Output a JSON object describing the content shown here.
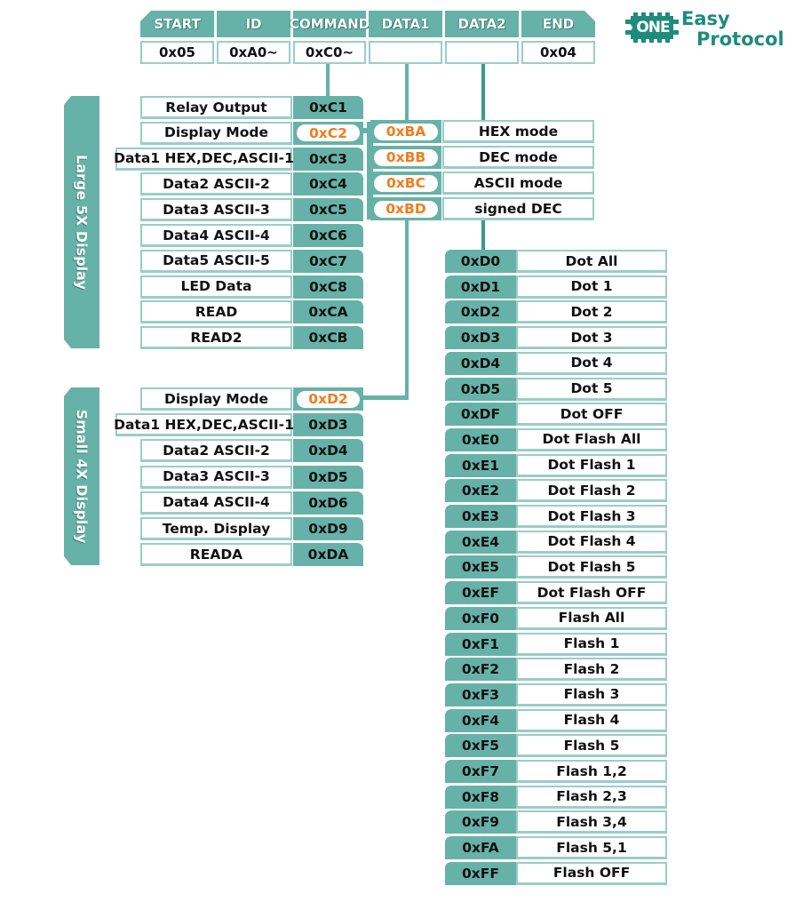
{
  "title": "Easy Protocol",
  "logo": {
    "badge": "ONE",
    "line1": "Easy",
    "line2": "Protocol"
  },
  "colors": {
    "teal": "#67b2a8",
    "highlight_orange": "#f07d1c",
    "border": "#9bcdc6",
    "logo_green": "#1e8c7c"
  },
  "frame": {
    "headers": [
      "START",
      "ID",
      "COMMAND",
      "DATA1",
      "DATA2",
      "END"
    ],
    "values": [
      "0x05",
      "0xA0~",
      "0xC0~",
      "",
      "",
      "0x04"
    ]
  },
  "large_display": {
    "side_label": "Large 5X Display",
    "commands": [
      {
        "label": "Relay Output",
        "code": "0xC1",
        "highlight": false
      },
      {
        "label": "Display Mode",
        "code": "0xC2",
        "highlight": true
      },
      {
        "label": "Data1 HEX,DEC,ASCII-1",
        "code": "0xC3",
        "highlight": false
      },
      {
        "label": "Data2 ASCII-2",
        "code": "0xC4",
        "highlight": false
      },
      {
        "label": "Data3 ASCII-3",
        "code": "0xC5",
        "highlight": false
      },
      {
        "label": "Data4 ASCII-4",
        "code": "0xC6",
        "highlight": false
      },
      {
        "label": "Data5 ASCII-5",
        "code": "0xC7",
        "highlight": false
      },
      {
        "label": "LED Data",
        "code": "0xC8",
        "highlight": false
      },
      {
        "label": "READ",
        "code": "0xCA",
        "highlight": false
      },
      {
        "label": "READ2",
        "code": "0xCB",
        "highlight": false
      }
    ]
  },
  "small_display": {
    "side_label": "Small 4X Display",
    "commands": [
      {
        "label": "Display Mode",
        "code": "0xD2",
        "highlight": true
      },
      {
        "label": "Data1 HEX,DEC,ASCII-1",
        "code": "0xD3",
        "highlight": false
      },
      {
        "label": "Data2 ASCII-2",
        "code": "0xD4",
        "highlight": false
      },
      {
        "label": "Data3 ASCII-3",
        "code": "0xD5",
        "highlight": false
      },
      {
        "label": "Data4 ASCII-4",
        "code": "0xD6",
        "highlight": false
      },
      {
        "label": "Temp. Display",
        "code": "0xD9",
        "highlight": false
      },
      {
        "label": "READA",
        "code": "0xDA",
        "highlight": false
      }
    ]
  },
  "display_modes": [
    {
      "code": "0xBA",
      "label": "HEX mode"
    },
    {
      "code": "0xBB",
      "label": "DEC mode"
    },
    {
      "code": "0xBC",
      "label": "ASCII mode"
    },
    {
      "code": "0xBD",
      "label": "signed DEC"
    }
  ],
  "data2_options": [
    {
      "code": "0xD0",
      "label": "Dot All"
    },
    {
      "code": "0xD1",
      "label": "Dot 1"
    },
    {
      "code": "0xD2",
      "label": "Dot 2"
    },
    {
      "code": "0xD3",
      "label": "Dot 3"
    },
    {
      "code": "0xD4",
      "label": "Dot 4"
    },
    {
      "code": "0xD5",
      "label": "Dot 5"
    },
    {
      "code": "0xDF",
      "label": "Dot OFF"
    },
    {
      "code": "0xE0",
      "label": "Dot Flash All"
    },
    {
      "code": "0xE1",
      "label": "Dot Flash 1"
    },
    {
      "code": "0xE2",
      "label": "Dot Flash 2"
    },
    {
      "code": "0xE3",
      "label": "Dot Flash 3"
    },
    {
      "code": "0xE4",
      "label": "Dot Flash 4"
    },
    {
      "code": "0xE5",
      "label": "Dot Flash 5"
    },
    {
      "code": "0xEF",
      "label": "Dot Flash OFF"
    },
    {
      "code": "0xF0",
      "label": "Flash All"
    },
    {
      "code": "0xF1",
      "label": "Flash 1"
    },
    {
      "code": "0xF2",
      "label": "Flash 2"
    },
    {
      "code": "0xF3",
      "label": "Flash 3"
    },
    {
      "code": "0xF4",
      "label": "Flash 4"
    },
    {
      "code": "0xF5",
      "label": "Flash 5"
    },
    {
      "code": "0xF7",
      "label": "Flash 1,2"
    },
    {
      "code": "0xF8",
      "label": "Flash 2,3"
    },
    {
      "code": "0xF9",
      "label": "Flash 3,4"
    },
    {
      "code": "0xFA",
      "label": "Flash 5,1"
    },
    {
      "code": "0xFF",
      "label": "Flash OFF"
    }
  ]
}
